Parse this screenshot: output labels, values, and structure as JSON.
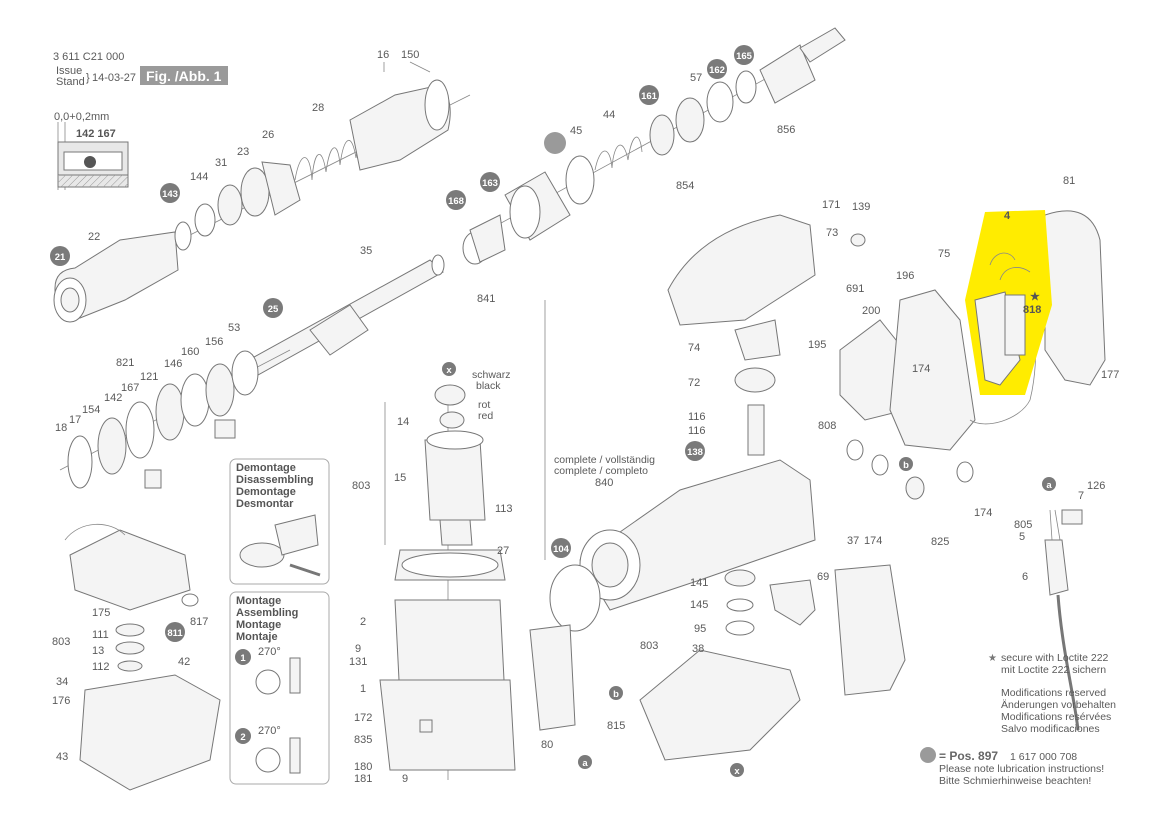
{
  "header": {
    "doc_number": "3 611 C21 000",
    "issue_label": "Issue",
    "stand_label": "Stand",
    "date": "14-03-27",
    "figure_title": "Fig. /Abb. 1",
    "tolerance": "0,0+0,2mm",
    "tolerance_parts": "142 167"
  },
  "labels": {
    "p16": "16",
    "p150": "150",
    "p28": "28",
    "p26": "26",
    "p31": "31",
    "p23": "23",
    "p144": "144",
    "p22": "22",
    "p35": "35",
    "p45": "45",
    "p44": "44",
    "p57": "57",
    "p856": "856",
    "p854": "854",
    "p841": "841",
    "p171": "171",
    "p73": "73",
    "p139": "139",
    "p81": "81",
    "p4": "4",
    "p818": "818",
    "p75": "75",
    "p196": "196",
    "p691": "691",
    "p200": "200",
    "p195": "195",
    "p74": "74",
    "p72": "72",
    "p174a": "174",
    "p177": "177",
    "p808": "808",
    "p116a": "116",
    "p116b": "116",
    "p174b": "174",
    "p825": "825",
    "p53": "53",
    "p156": "156",
    "p160": "160",
    "p146": "146",
    "p821": "821",
    "p121": "121",
    "p167": "167",
    "p142": "142",
    "p154": "154",
    "p17": "17",
    "p18": "18",
    "p14": "14",
    "p15": "15",
    "p803a": "803",
    "p113": "113",
    "p27": "27",
    "p2": "2",
    "p9a": "9",
    "p131": "131",
    "p1": "1",
    "p172": "172",
    "p835": "835",
    "p180": "180",
    "p181": "181",
    "p9b": "9",
    "p80": "80",
    "p815": "815",
    "p840": "840",
    "p141": "141",
    "p145": "145",
    "p95": "95",
    "p803b": "803",
    "p69": "69",
    "p38": "38",
    "p37": "37",
    "p174c": "174",
    "p126": "126",
    "p7": "7",
    "p805": "805",
    "p5": "5",
    "p6": "6",
    "p175": "175",
    "p111": "111",
    "p803c": "803",
    "p13": "13",
    "p112": "112",
    "p817": "817",
    "p42": "42",
    "p34": "34",
    "p176": "176",
    "p43": "43"
  },
  "circles": {
    "c21": "21",
    "c143": "143",
    "c168": "168",
    "c163": "163",
    "c161": "161",
    "c162": "162",
    "c165": "165",
    "c25": "25",
    "c138": "138",
    "c104": "104",
    "c811": "811",
    "c1": "1",
    "c2": "2",
    "cx1": "x",
    "cx2": "x",
    "ca1": "a",
    "ca2": "a",
    "cb1": "b",
    "cb2": "b"
  },
  "wire_notes": {
    "schwarz": "schwarz",
    "black": "black",
    "rot": "rot",
    "red": "red"
  },
  "complete_note": {
    "line1": "complete / vollständig",
    "line2": "complete / completo"
  },
  "disassembly_panel": {
    "l1": "Demontage",
    "l2": "Disassembling",
    "l3": "Demontage",
    "l4": "Desmontar"
  },
  "assembly_panel": {
    "l1": "Montage",
    "l2": "Assembling",
    "l3": "Montage",
    "l4": "Montaje",
    "angle1": "270°",
    "angle2": "270°"
  },
  "notes": {
    "loctite1": "secure with Loctite 222",
    "loctite2": "mit Loctite 222 sichern",
    "mod1": "Modifications reserved",
    "mod2": "Änderungen vorbehalten",
    "mod3": "Modifications resérvées",
    "mod4": "Salvo modificaciones",
    "pos": "= Pos. 897",
    "pos_num": "1 617 000 708",
    "lube1": "Please note lubrication instructions!",
    "lube2": "Bitte Schmierhinweise beachten!",
    "star": "★"
  },
  "colors": {
    "highlight": "#ffec00",
    "badge": "#7a7a7a"
  }
}
